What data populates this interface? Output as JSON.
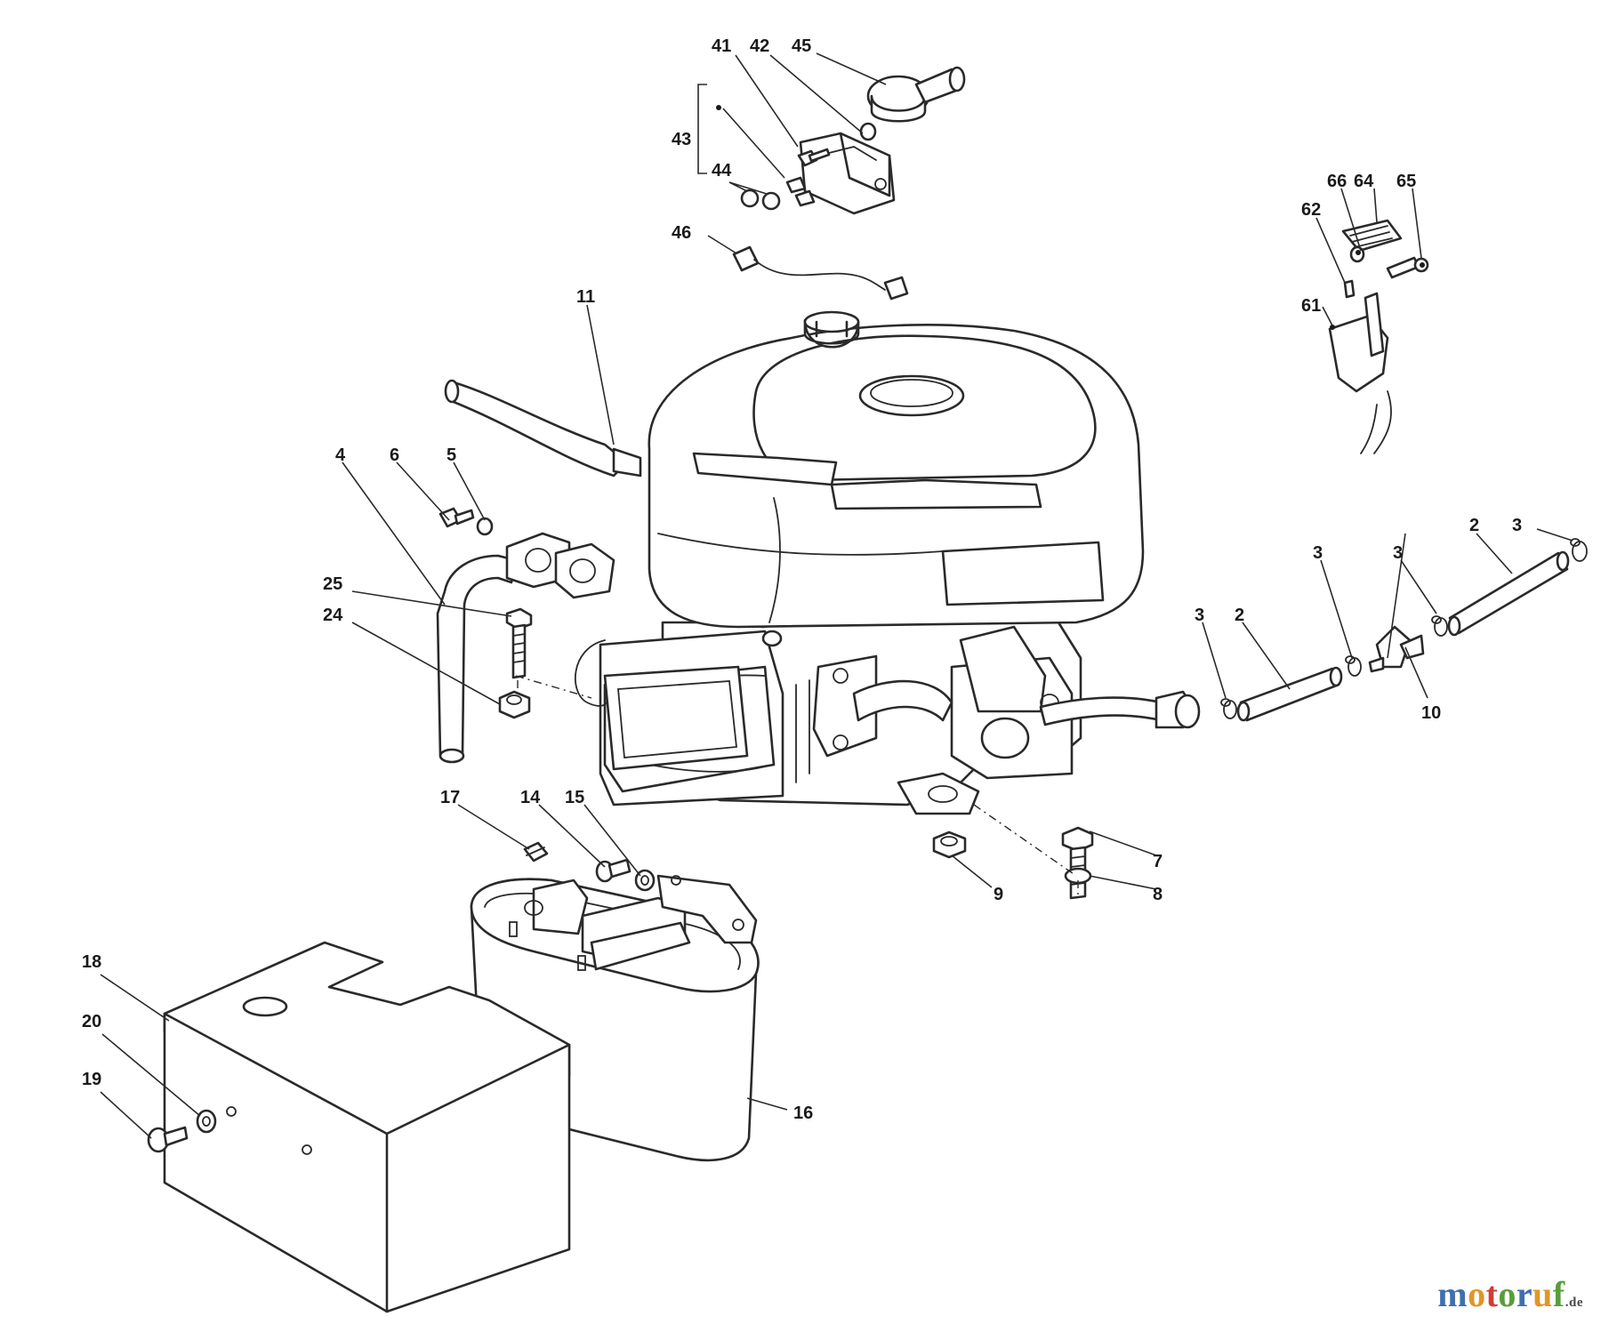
{
  "diagram": {
    "callouts": {
      "c41": "41",
      "c42": "42",
      "c45": "45",
      "c43": "43",
      "c44": "44",
      "c46": "46",
      "c66": "66",
      "c64": "64",
      "c65": "65",
      "c62": "62",
      "c61": "61",
      "c11": "11",
      "c4": "4",
      "c6": "6",
      "c5": "5",
      "c25": "25",
      "c24": "24",
      "c3a": "3",
      "c2a": "2",
      "c3b": "3",
      "c3c": "3",
      "c2b": "2",
      "c3d": "3",
      "c10": "10",
      "c17": "17",
      "c14": "14",
      "c15": "15",
      "c7": "7",
      "c9": "9",
      "c8": "8",
      "c18": "18",
      "c20": "20",
      "c19": "19",
      "c16": "16"
    }
  },
  "brand": {
    "letters": [
      "m",
      "o",
      "t",
      "o",
      "r",
      "u",
      "f"
    ],
    "suffix": ".de",
    "colors": [
      "#3f6fb0",
      "#e0962a",
      "#d23c36",
      "#5a9d3c",
      "#3f6fb0",
      "#e0962a",
      "#5a9d3c"
    ]
  }
}
